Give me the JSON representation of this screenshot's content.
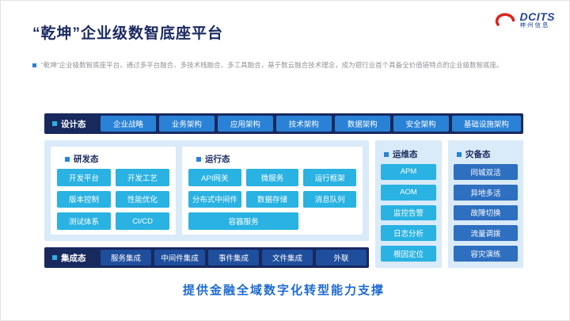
{
  "logo": {
    "brand": "DCITS",
    "company": "神州信息"
  },
  "title": "“乾坤”企业级数智底座平台",
  "intro": "“乾坤”企业级数智底座平台，通过多平台融合、多技术栈融合、多工具融合，基于数云融合技术理念，成为银行业首个具备全价值链特点的企业级数智底座。",
  "design_row": {
    "label": "设计态",
    "items": [
      "企业战略",
      "业务架构",
      "应用架构",
      "技术架构",
      "数据架构",
      "安全架构",
      "基础设施架构"
    ]
  },
  "dev_panel": {
    "label": "研发态",
    "items": [
      "开发平台",
      "开发工艺",
      "版本控制",
      "性能优化",
      "测试体系",
      "CI/CD"
    ]
  },
  "run_panel": {
    "label": "运行态",
    "items": [
      "API网关",
      "微服务",
      "运行框架",
      "分布式中间件",
      "数据存储",
      "消息队列",
      "容器服务"
    ]
  },
  "ops_panel": {
    "label": "运维态",
    "items": [
      "APM",
      "AOM",
      "监控告警",
      "日志分析",
      "根因定位"
    ]
  },
  "dr_panel": {
    "label": "灾备态",
    "items": [
      "同城双活",
      "异地多活",
      "故障切换",
      "流量调拨",
      "容灾演练"
    ]
  },
  "integration_row": {
    "label": "集成态",
    "items": [
      "服务集成",
      "中间件集成",
      "事件集成",
      "文件集成",
      "外联"
    ]
  },
  "footer": "提供金融全域数字化转型能力支撑",
  "colors": {
    "navy": "#18295e",
    "button_blue": "#2a82d6",
    "button_cyan": "#29b2e2",
    "button_deep_blue": "#2e6fc0",
    "button_dark_blue": "#1f4e9d",
    "panel_light_blue": "#d9eaf8",
    "title_navy": "#1b2a60",
    "footer_blue": "#1e6ad2",
    "logo_red": "#d9261c",
    "logo_blue": "#24459e"
  }
}
